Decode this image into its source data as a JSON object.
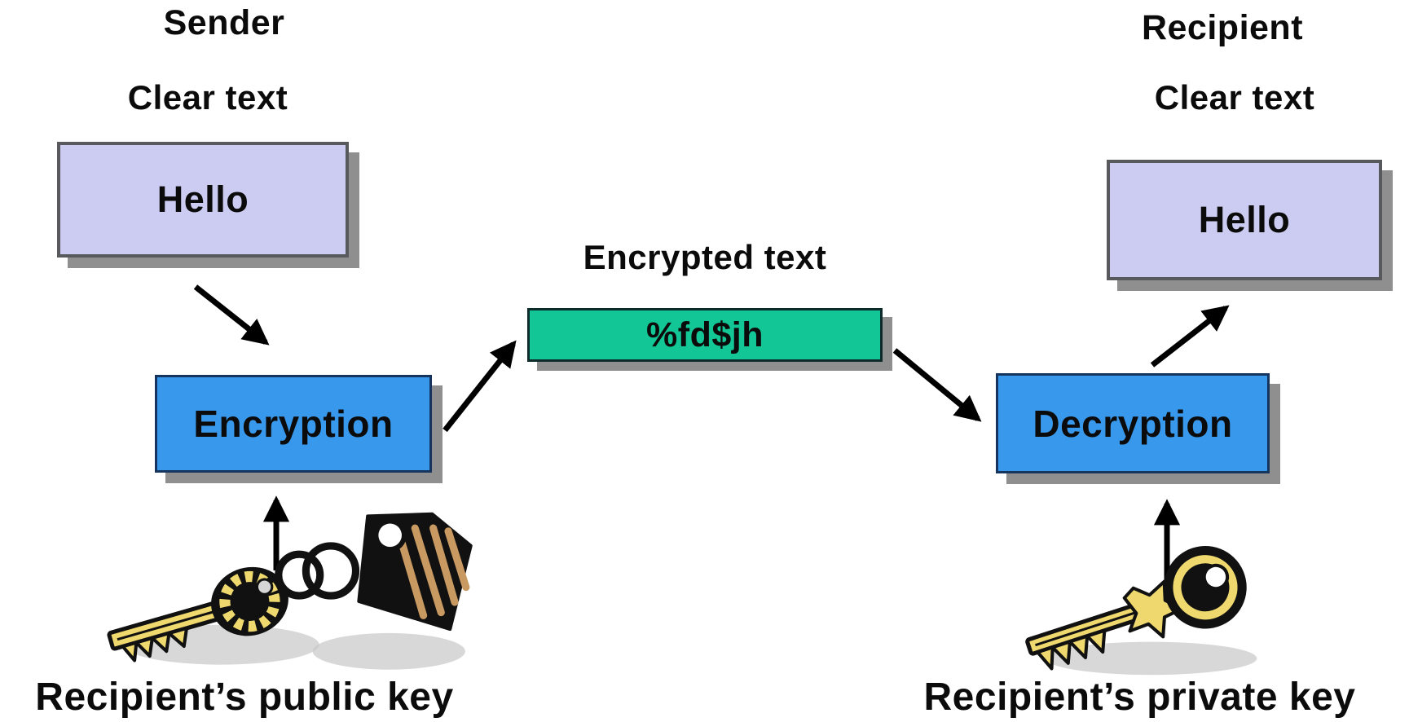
{
  "colors": {
    "background": "#ffffff",
    "text": "#0b0b0b",
    "clear_box": "#ccccf2",
    "clear_box_border": "#58595c",
    "process_box": "#3898ec",
    "process_box_border": "#15355e",
    "encrypted_box": "#12c795",
    "encrypted_box_border": "#0d2b2b",
    "shadow": "#8f8f8f",
    "arrow": "#000000",
    "key_gold": "#efd96f",
    "key_outline": "#111111",
    "tag_tan": "#c89a62",
    "art_shadow": "#c8c8c8"
  },
  "sender": {
    "title": "Sender",
    "stage_label": "Clear text",
    "message": "Hello"
  },
  "encryption": {
    "label": "Encryption"
  },
  "encrypted": {
    "heading": "Encrypted text",
    "ciphertext": "%fd$jh"
  },
  "decryption": {
    "label": "Decryption"
  },
  "recipient": {
    "title": "Recipient",
    "stage_label": "Clear text",
    "message": "Hello"
  },
  "keys": {
    "public_caption": "Recipient’s public key",
    "private_caption": "Recipient’s private key"
  }
}
